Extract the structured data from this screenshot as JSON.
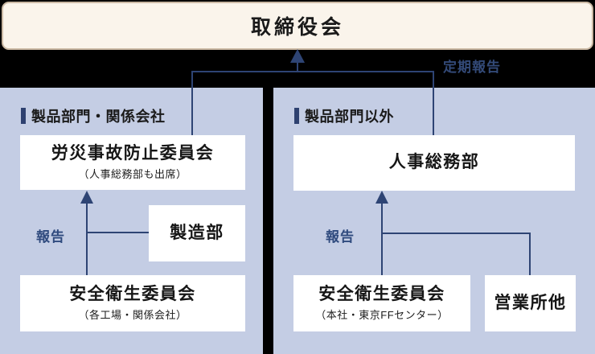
{
  "board": {
    "label": "取締役会"
  },
  "periodic_report_label": "定期報告",
  "left_panel": {
    "header": "製品部門・関係会社",
    "report_label": "報告",
    "committee": {
      "title": "労災事故防止委員会",
      "subtitle": "（人事総務部も出席）"
    },
    "manufacturing": {
      "title": "製造部"
    },
    "safety": {
      "title": "安全衛生委員会",
      "subtitle": "（各工場・関係会社）"
    }
  },
  "right_panel": {
    "header": "製品部門以外",
    "report_label": "報告",
    "hr_dept": {
      "title": "人事総務部"
    },
    "safety": {
      "title": "安全衛生委員会",
      "subtitle": "（本社・東京FFセンター）"
    },
    "sales": {
      "title": "営業所他"
    }
  },
  "colors": {
    "background": "#000000",
    "panel_background": "#c4cde4",
    "board_box_fill": "#faf4eb",
    "board_box_border": "#cbb9a4",
    "connector_navy": "#2e4474",
    "label_navy": "#2f4a7e",
    "header_marker_navy": "#2e4170",
    "node_background": "#ffffff",
    "text_color": "#1a1a1a"
  }
}
